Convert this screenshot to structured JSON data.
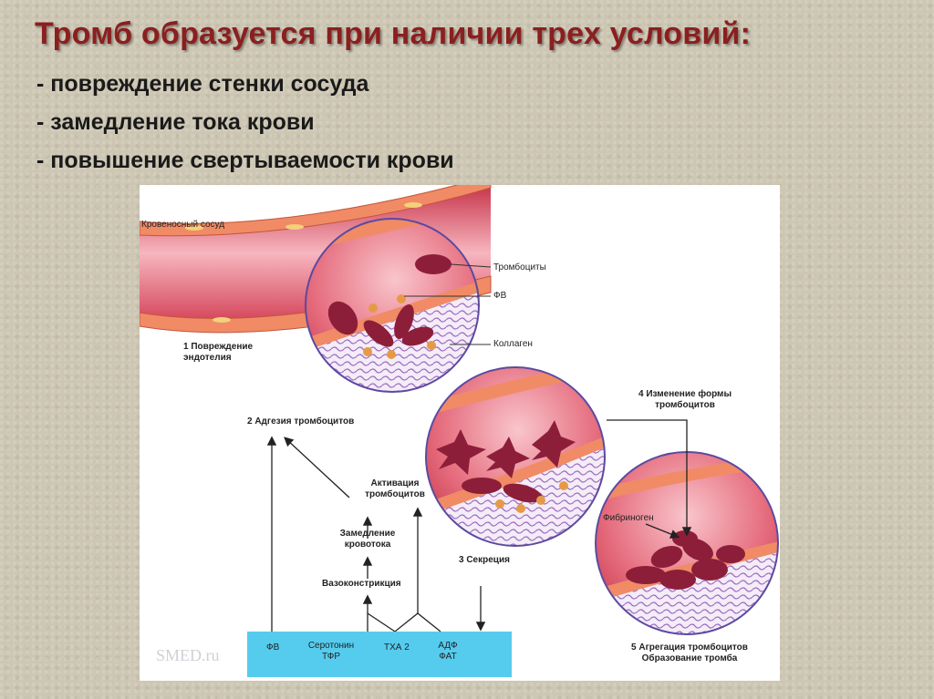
{
  "slide": {
    "title": "Тромб образуется при наличии трех условий:",
    "conditions": [
      "- повреждение стенки сосуда",
      "- замедление тока крови",
      "- повышение свертываемости крови"
    ]
  },
  "diagram": {
    "vessel_label": "Кровеносный сосуд",
    "platelets_label": "Тромбоциты",
    "vwf_label": "ФВ",
    "collagen_label": "Коллаген",
    "step1": "1 Повреждение эндотелия",
    "step2": "2 Адгезия тромбоцитов",
    "step3": "3 Секреция",
    "step4": "4 Изменение формы тромбоцитов",
    "step5": "5 Агрегация тромбоцитов Образование тромба",
    "fibrinogen_label": "Фибриноген",
    "activation_label": "Активация тромбоцитов",
    "slowing_label": "Замедление кровотока",
    "vasoconstriction_label": "Вазоконстрикция",
    "box_vwf": "ФВ",
    "box_serotonin": "Серотонин ТФР",
    "box_txa": "ТХА 2",
    "box_adp": "АДФ ФАТ",
    "watermark": "SMED.ru"
  }
}
